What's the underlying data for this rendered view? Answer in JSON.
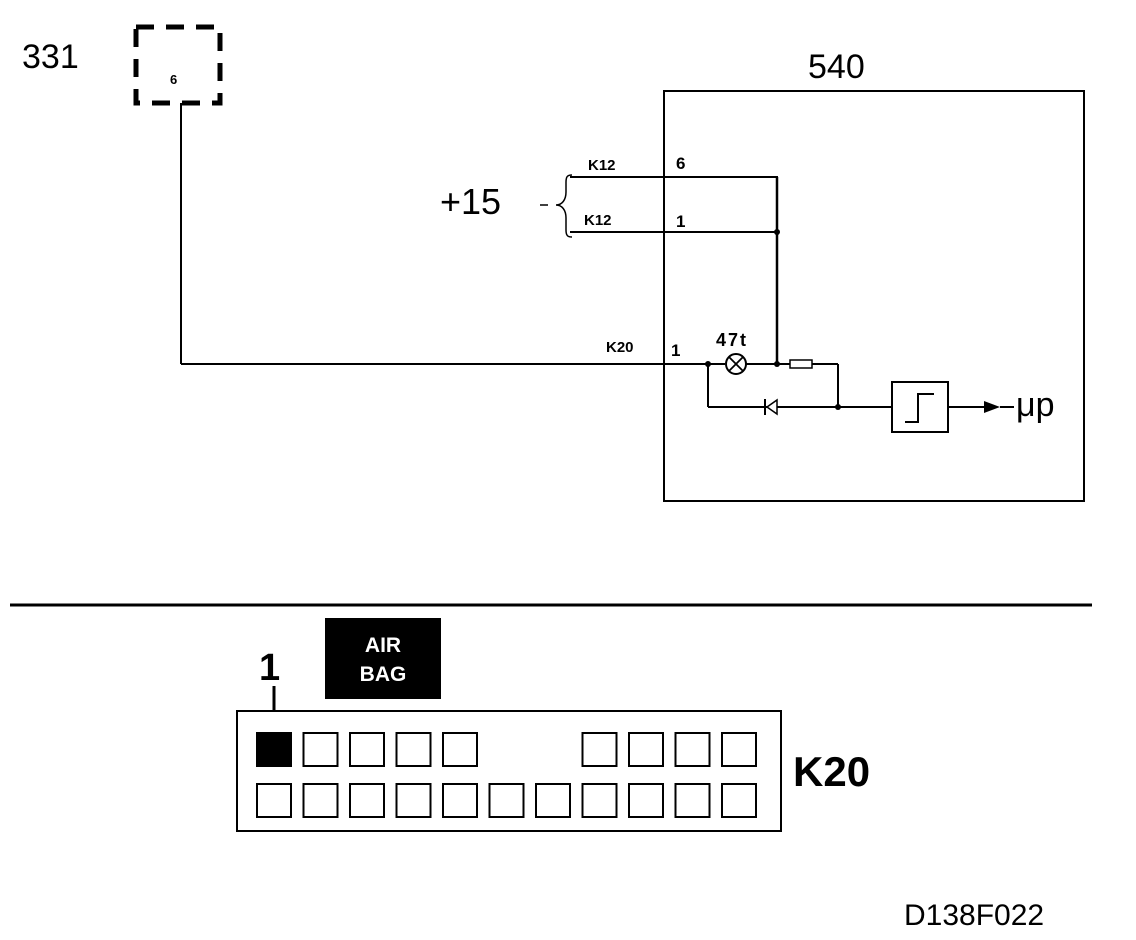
{
  "diagram": {
    "component_331": {
      "label": "331",
      "pin": "6"
    },
    "component_540": {
      "label": "540"
    },
    "supply": {
      "label": "+15"
    },
    "wires": [
      {
        "connector": "K12",
        "pin": "6"
      },
      {
        "connector": "K12",
        "pin": "1"
      },
      {
        "connector": "K20",
        "pin": "1"
      }
    ],
    "lamp": {
      "label": "47t"
    },
    "output": {
      "label": "μp"
    }
  },
  "connector_view": {
    "pin_label": "1",
    "airbag_badge": {
      "line1": "AIR",
      "line2": "BAG"
    },
    "connector_name": "K20",
    "top_row_count": 9,
    "bottom_row_count": 11
  },
  "drawing_id": "D138F022"
}
